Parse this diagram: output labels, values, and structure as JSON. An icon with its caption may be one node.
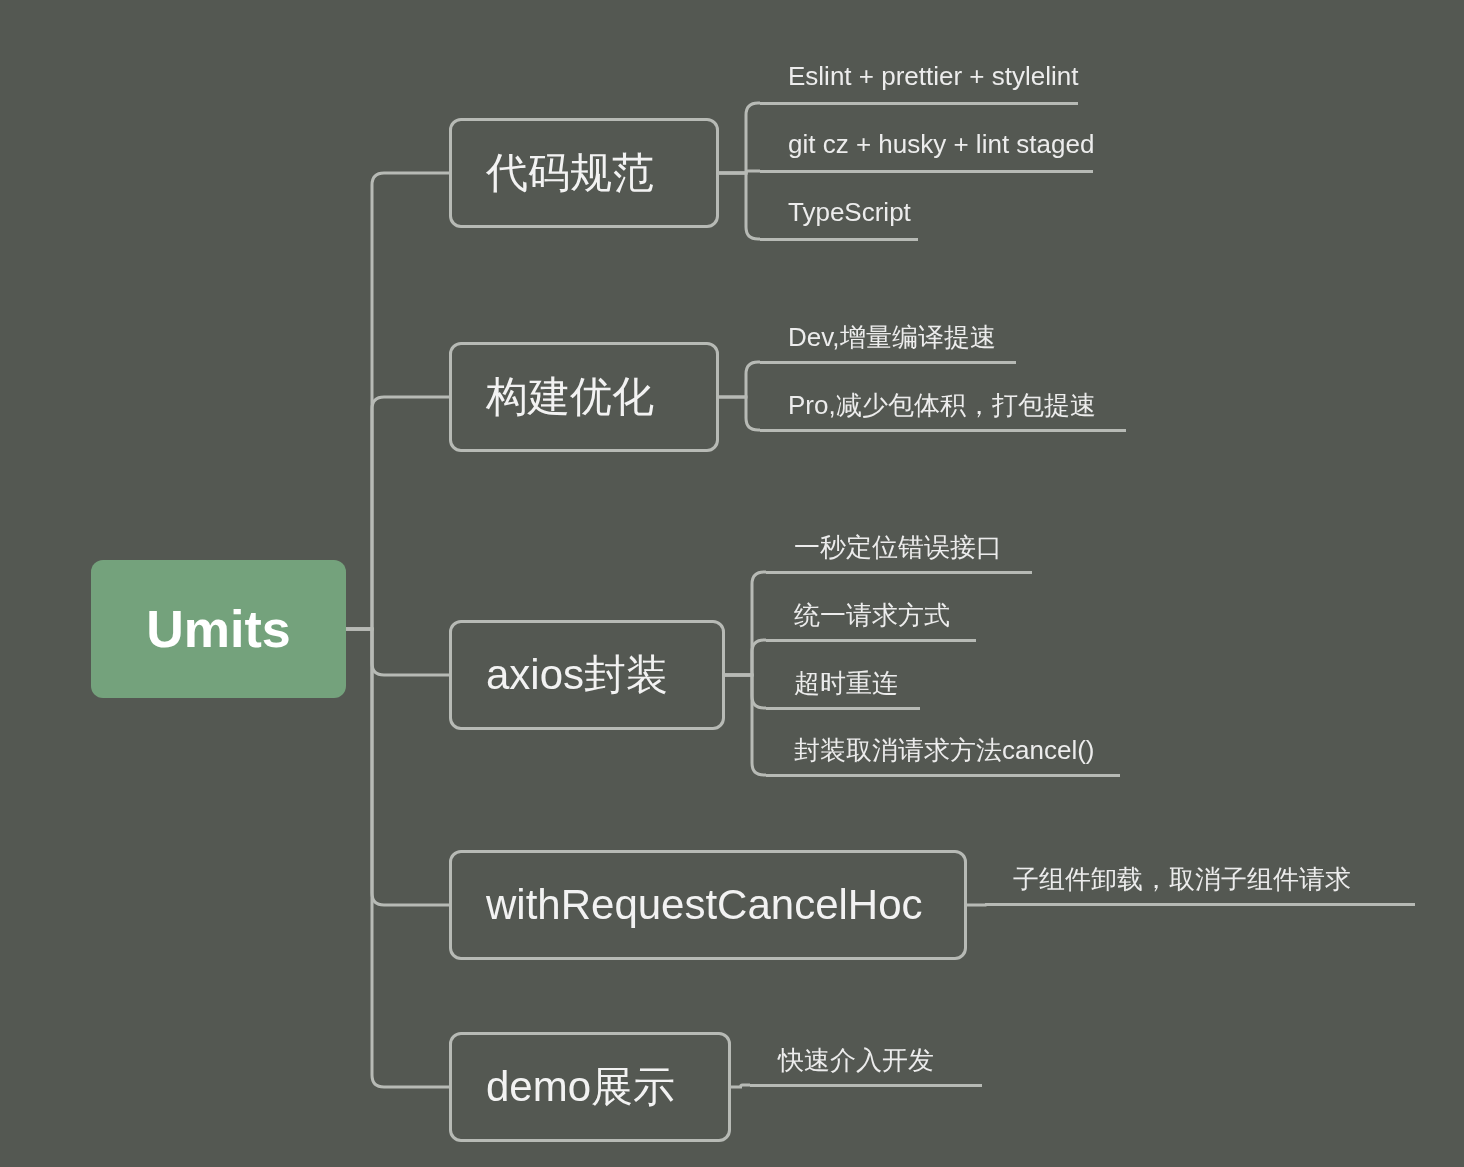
{
  "diagram": {
    "nodes": [
      {
        "text": [
          "Umits"
        ]
      },
      {
        "text": [
          "代码规范"
        ]
      },
      {
        "text": [
          "Eslint + prettier + stylelint"
        ]
      },
      {
        "text": [
          "git cz + husky + lint staged"
        ]
      },
      {
        "text": [
          "TypeScript"
        ]
      },
      {
        "text": [
          "构建优化"
        ]
      },
      {
        "text": [
          "Dev,增量编译提速"
        ]
      },
      {
        "text": [
          "Pro,减少包体积，打包提速"
        ]
      },
      {
        "text": [
          "axios封装"
        ]
      },
      {
        "text": [
          "一秒定位错误接口"
        ]
      },
      {
        "text": [
          "统一请求方式"
        ]
      },
      {
        "text": [
          "超时重连"
        ]
      },
      {
        "text": [
          "封装取消请求方法cancel()"
        ]
      },
      {
        "text": [
          "withRequestCancelHoc"
        ]
      },
      {
        "text": [
          "子组件卸载，取消子组件请求"
        ]
      },
      {
        "text": [
          "demo展示"
        ]
      },
      {
        "text": [
          "快速介入开发"
        ]
      }
    ],
    "edges": [
      {
        "from": 0,
        "to": 1,
        "arrow": "none"
      },
      {
        "from": 0,
        "to": 5,
        "arrow": "none"
      },
      {
        "from": 0,
        "to": 8,
        "arrow": "none"
      },
      {
        "from": 0,
        "to": 13,
        "arrow": "none"
      },
      {
        "from": 0,
        "to": 15,
        "arrow": "none"
      },
      {
        "from": 1,
        "to": 2,
        "arrow": "none"
      },
      {
        "from": 1,
        "to": 3,
        "arrow": "none"
      },
      {
        "from": 1,
        "to": 4,
        "arrow": "none"
      },
      {
        "from": 5,
        "to": 6,
        "arrow": "none"
      },
      {
        "from": 5,
        "to": 7,
        "arrow": "none"
      },
      {
        "from": 8,
        "to": 9,
        "arrow": "none"
      },
      {
        "from": 8,
        "to": 10,
        "arrow": "none"
      },
      {
        "from": 8,
        "to": 11,
        "arrow": "none"
      },
      {
        "from": 8,
        "to": 12,
        "arrow": "none"
      },
      {
        "from": 13,
        "to": 14,
        "arrow": "none"
      },
      {
        "from": 15,
        "to": 16,
        "arrow": "none"
      }
    ]
  }
}
